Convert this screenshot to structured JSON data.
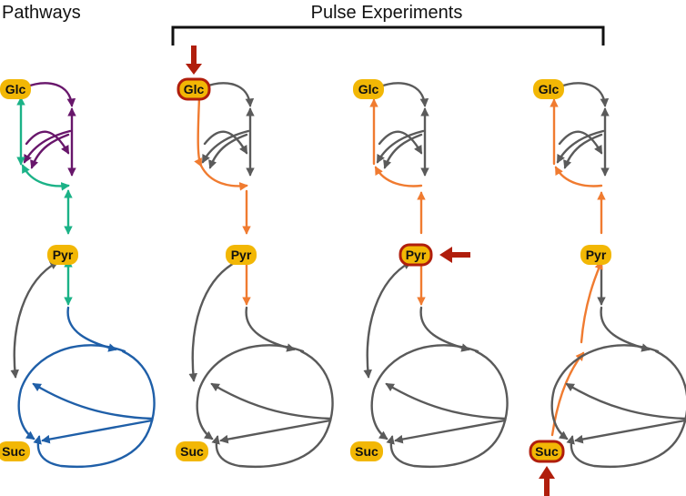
{
  "titles": {
    "left": "Pathways",
    "right": "Pulse Experiments"
  },
  "node_labels": {
    "glc": "Glc",
    "pyr": "Pyr",
    "suc": "Suc"
  },
  "panels": [
    {
      "name": "pathways",
      "pulse_node": ""
    },
    {
      "name": "pulse-glc",
      "pulse_node": "glc"
    },
    {
      "name": "pulse-pyr",
      "pulse_node": "pyr"
    },
    {
      "name": "pulse-suc",
      "pulse_node": "suc"
    }
  ],
  "colors": {
    "node_fill": "#F2B705",
    "pulse_outline": "#B01E0C",
    "pulse_arrow": "#B01E0C",
    "upper_glycolysis": "#68166B",
    "gluconeogenesis": "#1BB287",
    "tca_cycle": "#1F5FA8",
    "gray": "#5A5A5A",
    "pulse_flow": "#F07B30",
    "bracket": "#111111"
  }
}
